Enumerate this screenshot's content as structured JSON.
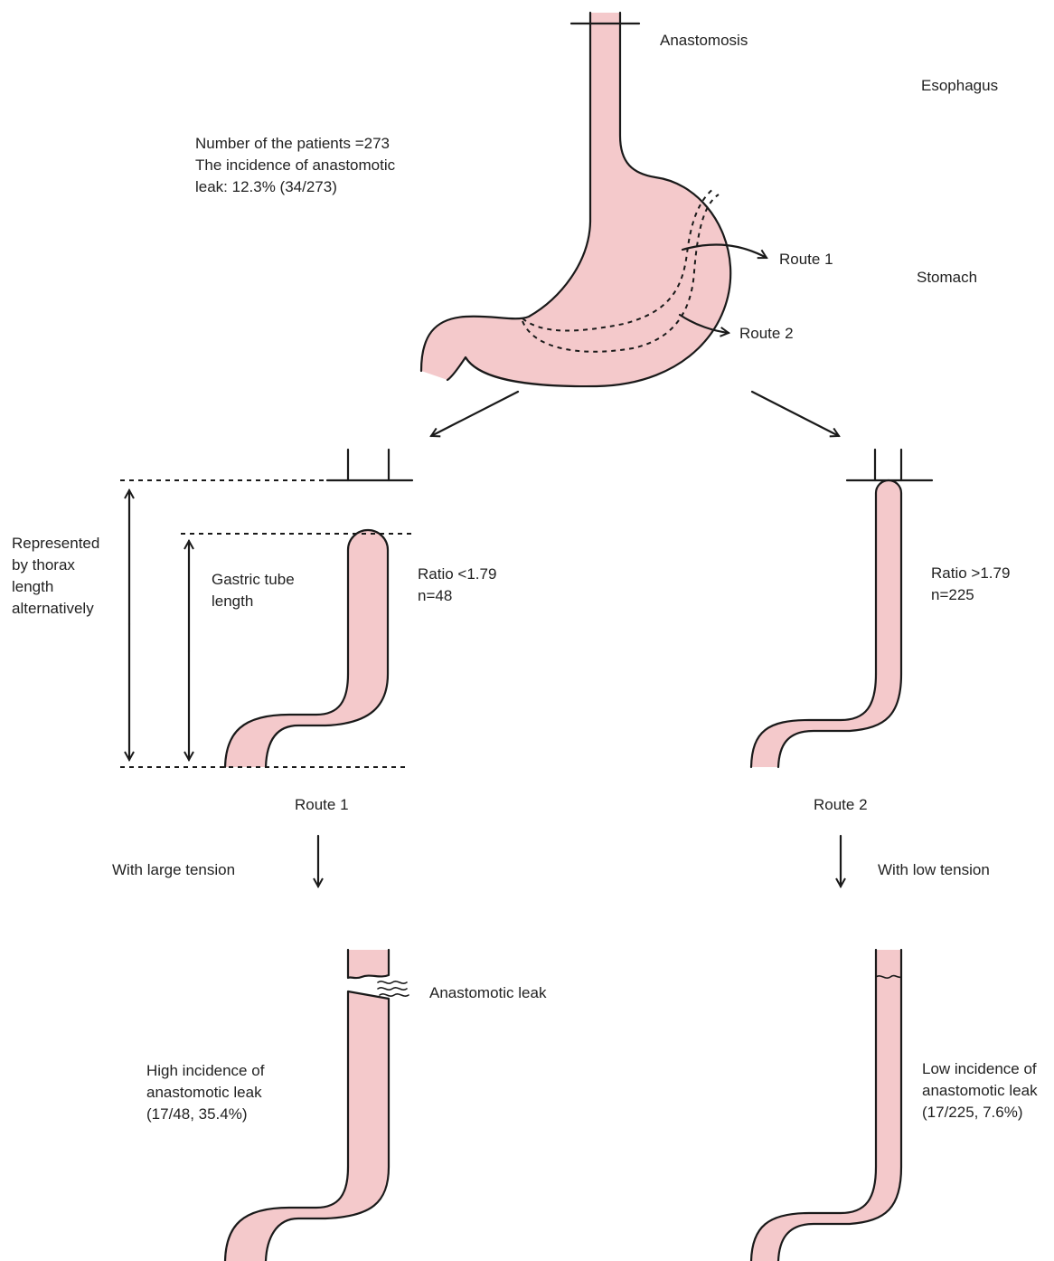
{
  "labels": {
    "anastomosis": "Anastomosis",
    "esophagus": "Esophagus",
    "stomach": "Stomach",
    "patients": "Number of the patients =273",
    "incidence_line1": "The incidence of anastomotic",
    "incidence_line2": "leak: 12.3% (34/273)",
    "route1_stomach": "Route 1",
    "route2_stomach": "Route 2",
    "thorax_line1": "Represented",
    "thorax_line2": "by thorax",
    "thorax_line3": "length",
    "thorax_line4": "alternatively",
    "gastric_line1": "Gastric tube",
    "gastric_line2": "length",
    "ratio_low": "Ratio <1.79",
    "n_low": "n=48",
    "ratio_high": "Ratio >1.79",
    "n_high": "n=225",
    "route1_label": "Route 1",
    "route2_label": "Route 2",
    "large_tension": "With large tension",
    "low_tension": "With low tension",
    "anastomotic_leak": "Anastomotic leak",
    "high_line1": "High incidence of",
    "high_line2": "anastomotic leak",
    "high_line3": "(17/48, 35.4%)",
    "low_line1": "Low incidence of",
    "low_line2": "anastomotic leak",
    "low_line3": "(17/225, 7.6%)"
  },
  "colors": {
    "tissue": "#f4c9cb",
    "outline": "#1a1a1a"
  }
}
